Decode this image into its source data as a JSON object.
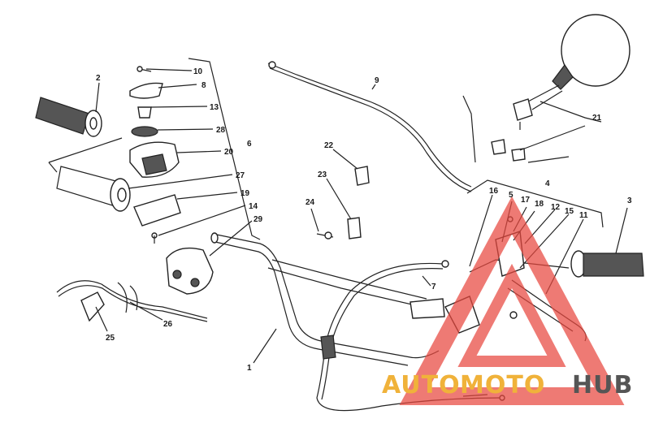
{
  "diagram": {
    "callouts": [
      {
        "id": "c10",
        "text": "10"
      },
      {
        "id": "c8",
        "text": "8"
      },
      {
        "id": "c13",
        "text": "13"
      },
      {
        "id": "c28",
        "text": "28"
      },
      {
        "id": "c20",
        "text": "20"
      },
      {
        "id": "c27",
        "text": "27"
      },
      {
        "id": "c19",
        "text": "19"
      },
      {
        "id": "c14",
        "text": "14"
      },
      {
        "id": "c29",
        "text": "29"
      },
      {
        "id": "c6",
        "text": "6"
      },
      {
        "id": "c2",
        "text": "2"
      },
      {
        "id": "c9",
        "text": "9"
      },
      {
        "id": "c21",
        "text": "21"
      },
      {
        "id": "c22",
        "text": "22"
      },
      {
        "id": "c23",
        "text": "23"
      },
      {
        "id": "c24",
        "text": "24"
      },
      {
        "id": "c4",
        "text": "4"
      },
      {
        "id": "c16",
        "text": "16"
      },
      {
        "id": "c5",
        "text": "5"
      },
      {
        "id": "c17",
        "text": "17"
      },
      {
        "id": "c18",
        "text": "18"
      },
      {
        "id": "c12",
        "text": "12"
      },
      {
        "id": "c15",
        "text": "15"
      },
      {
        "id": "c11",
        "text": "11"
      },
      {
        "id": "c3",
        "text": "3"
      },
      {
        "id": "c7",
        "text": "7"
      },
      {
        "id": "c1",
        "text": "1"
      },
      {
        "id": "c25",
        "text": "25"
      },
      {
        "id": "c26",
        "text": "26"
      }
    ]
  },
  "watermark": {
    "auto": "AUTO",
    "moto": "MOTO",
    "hub": "HUB",
    "colors": {
      "triangle": "#e8483f",
      "auto": "#f0b23a",
      "moto": "#f0b23a",
      "hub": "#555555"
    }
  }
}
